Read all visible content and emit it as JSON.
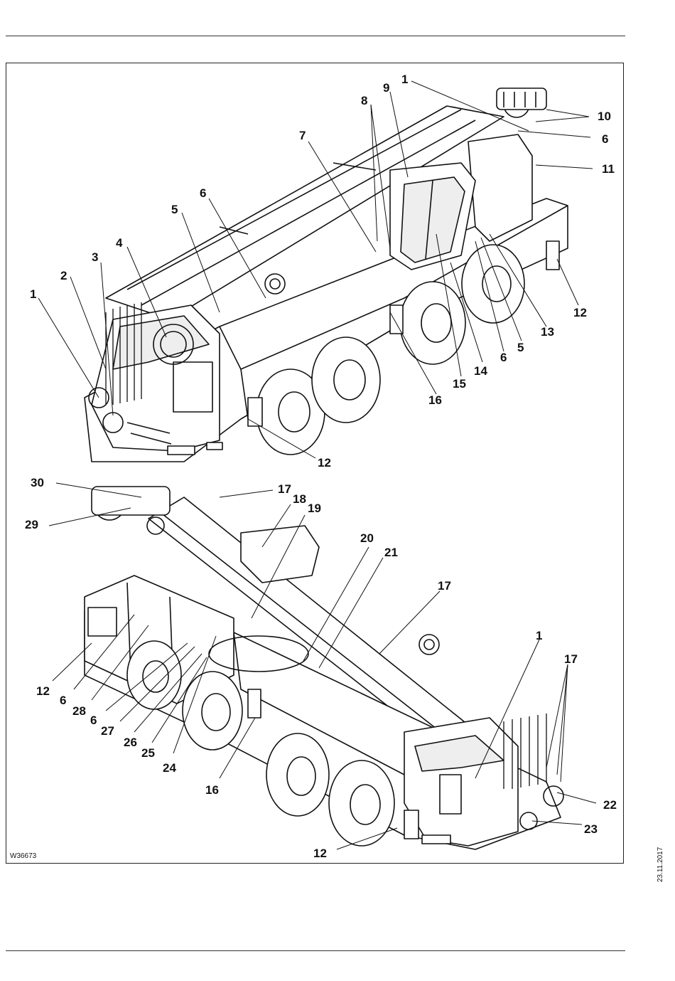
{
  "figure": {
    "id": "W36673"
  },
  "footer": {
    "date": "23.11.2017"
  },
  "labels": [
    {
      "key": "t1",
      "text": "1"
    },
    {
      "key": "t8",
      "text": "8"
    },
    {
      "key": "t9",
      "text": "9"
    },
    {
      "key": "t10",
      "text": "10"
    },
    {
      "key": "t6a",
      "text": "6"
    },
    {
      "key": "t7",
      "text": "7"
    },
    {
      "key": "t11",
      "text": "11"
    },
    {
      "key": "t6b",
      "text": "6"
    },
    {
      "key": "t5a",
      "text": "5"
    },
    {
      "key": "t4",
      "text": "4"
    },
    {
      "key": "t3",
      "text": "3"
    },
    {
      "key": "t2",
      "text": "2"
    },
    {
      "key": "t1b",
      "text": "1"
    },
    {
      "key": "t12a",
      "text": "12"
    },
    {
      "key": "t13",
      "text": "13"
    },
    {
      "key": "t5b",
      "text": "5"
    },
    {
      "key": "t6c",
      "text": "6"
    },
    {
      "key": "t14",
      "text": "14"
    },
    {
      "key": "t15",
      "text": "15"
    },
    {
      "key": "t16a",
      "text": "16"
    },
    {
      "key": "t12b",
      "text": "12"
    },
    {
      "key": "b30",
      "text": "30"
    },
    {
      "key": "b17a",
      "text": "17"
    },
    {
      "key": "b18",
      "text": "18"
    },
    {
      "key": "b19",
      "text": "19"
    },
    {
      "key": "b29",
      "text": "29"
    },
    {
      "key": "b20",
      "text": "20"
    },
    {
      "key": "b21",
      "text": "21"
    },
    {
      "key": "b17b",
      "text": "17"
    },
    {
      "key": "b1",
      "text": "1"
    },
    {
      "key": "b17c",
      "text": "17"
    },
    {
      "key": "b12a",
      "text": "12"
    },
    {
      "key": "b6a",
      "text": "6"
    },
    {
      "key": "b28",
      "text": "28"
    },
    {
      "key": "b6b",
      "text": "6"
    },
    {
      "key": "b27",
      "text": "27"
    },
    {
      "key": "b26",
      "text": "26"
    },
    {
      "key": "b25",
      "text": "25"
    },
    {
      "key": "b24",
      "text": "24"
    },
    {
      "key": "b16",
      "text": "16"
    },
    {
      "key": "b22",
      "text": "22"
    },
    {
      "key": "b23",
      "text": "23"
    },
    {
      "key": "b12b",
      "text": "12"
    }
  ]
}
